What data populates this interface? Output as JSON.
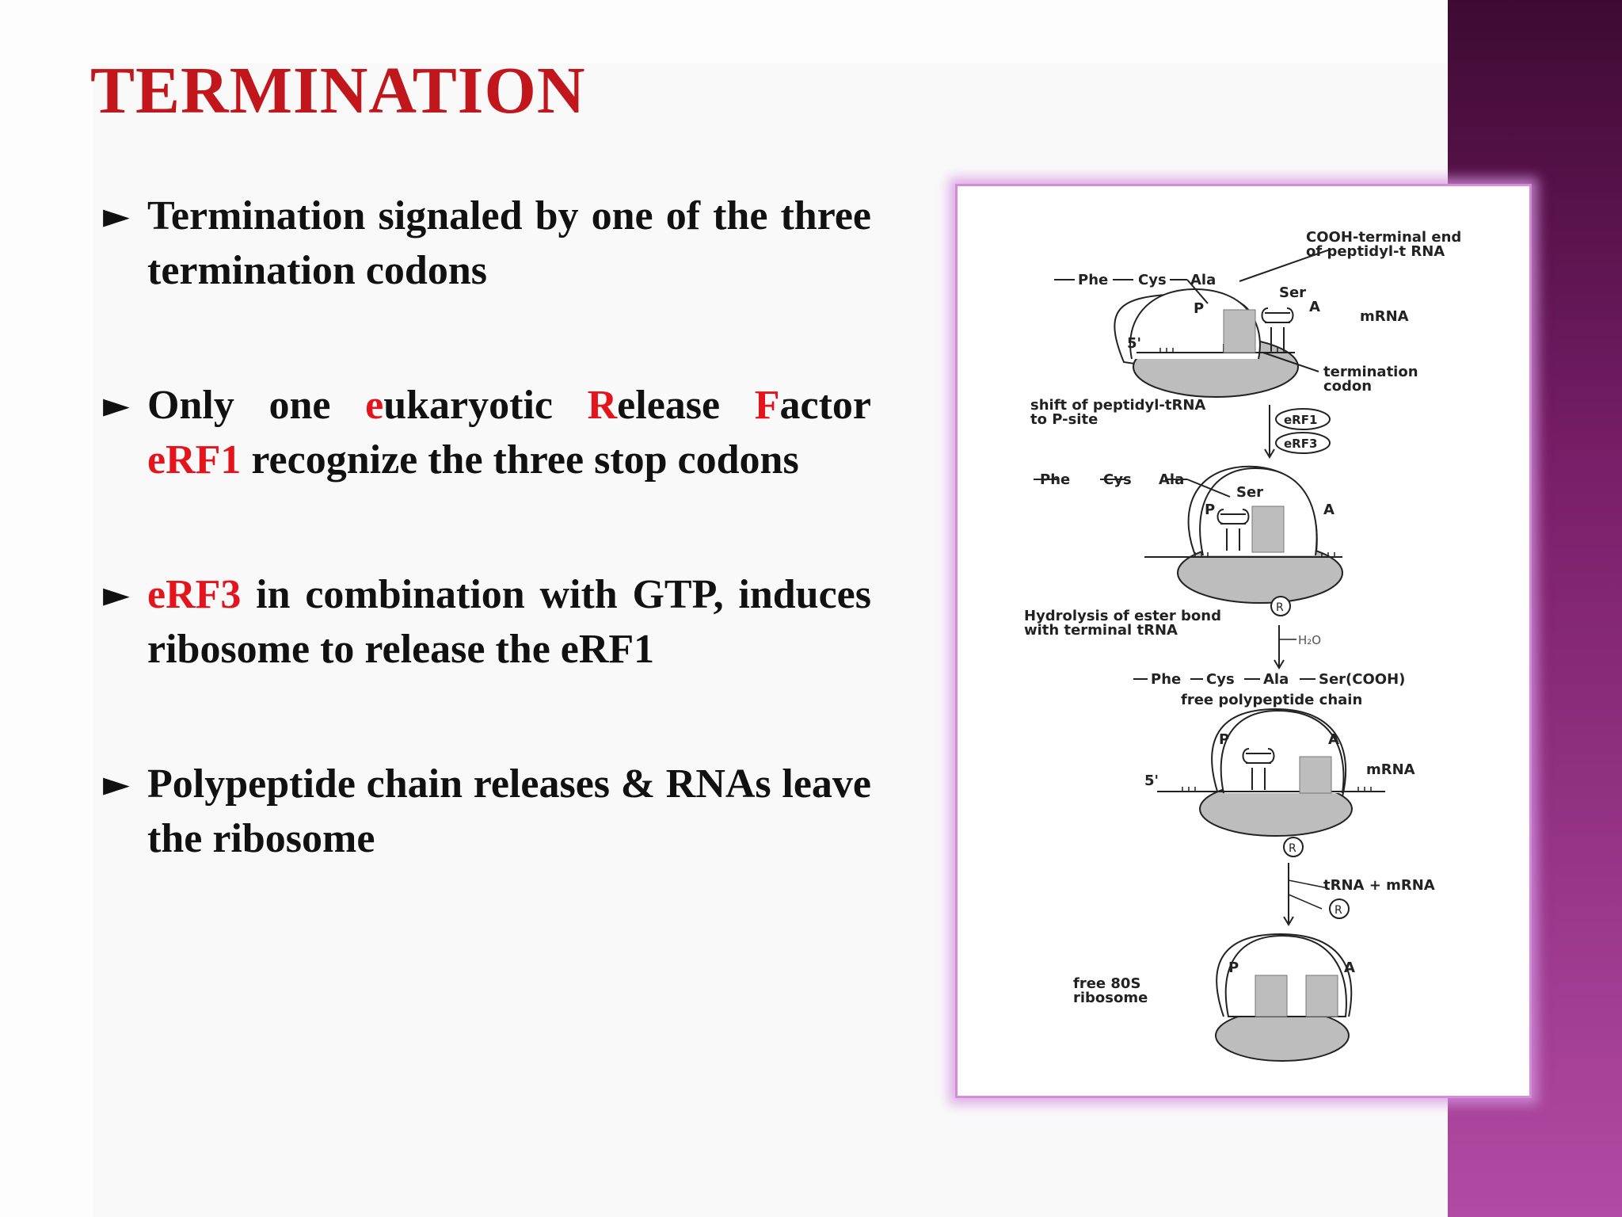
{
  "slide": {
    "title": "TERMINATION",
    "bullets": [
      {
        "marker": "►",
        "segments": [
          {
            "text": "Termination signaled by one of the three termination codons",
            "color": "black"
          }
        ]
      },
      {
        "marker": "►",
        "segments": [
          {
            "text": "Only one ",
            "color": "black"
          },
          {
            "text": "e",
            "color": "red"
          },
          {
            "text": "ukaryotic ",
            "color": "black"
          },
          {
            "text": "R",
            "color": "red"
          },
          {
            "text": "elease ",
            "color": "black"
          },
          {
            "text": "F",
            "color": "red"
          },
          {
            "text": "actor ",
            "color": "black"
          },
          {
            "text": "eRF1",
            "color": "red"
          },
          {
            "text": " recognize the three stop codons",
            "color": "black"
          }
        ]
      },
      {
        "marker": "►",
        "segments": [
          {
            "text": "eRF3",
            "color": "red"
          },
          {
            "text": "    in combination with GTP, induces ribosome to release the eRF1",
            "color": "black"
          }
        ]
      },
      {
        "marker": "►",
        "segments": [
          {
            "text": "Polypeptide chain releases & RNAs leave the ribosome",
            "color": "black"
          }
        ]
      }
    ]
  },
  "figure": {
    "labels": {
      "cooh_end": [
        "COOH-terminal end",
        "of peptidyl-t RNA"
      ],
      "aa1": [
        "Phe",
        "Cys",
        "Ala",
        "Ser"
      ],
      "p": "P",
      "a": "A",
      "mrna": "mRNA",
      "five_prime": "5'",
      "termination_codon": [
        "termination",
        "codon"
      ],
      "shift": [
        "shift of peptidyl-tRNA",
        "to P-site"
      ],
      "erf1": "eRF1",
      "erf3": "eRF3",
      "r": "R",
      "hydrolysis": [
        "Hydrolysis of ester bond",
        "with terminal tRNA"
      ],
      "h2o": "H₂O",
      "free_chain": [
        "Phe",
        "Cys",
        "Ala",
        "Ser(COOH)"
      ],
      "free_chain_label": "free polypeptide chain",
      "trna_mrna": "tRNA + mRNA",
      "free_80s": [
        "free 80S",
        "ribosome"
      ]
    }
  },
  "colors": {
    "title": "#c0161c",
    "highlight": "#e3141c",
    "band": "#7a1f6a",
    "frame_glow": "#d58bd8"
  }
}
